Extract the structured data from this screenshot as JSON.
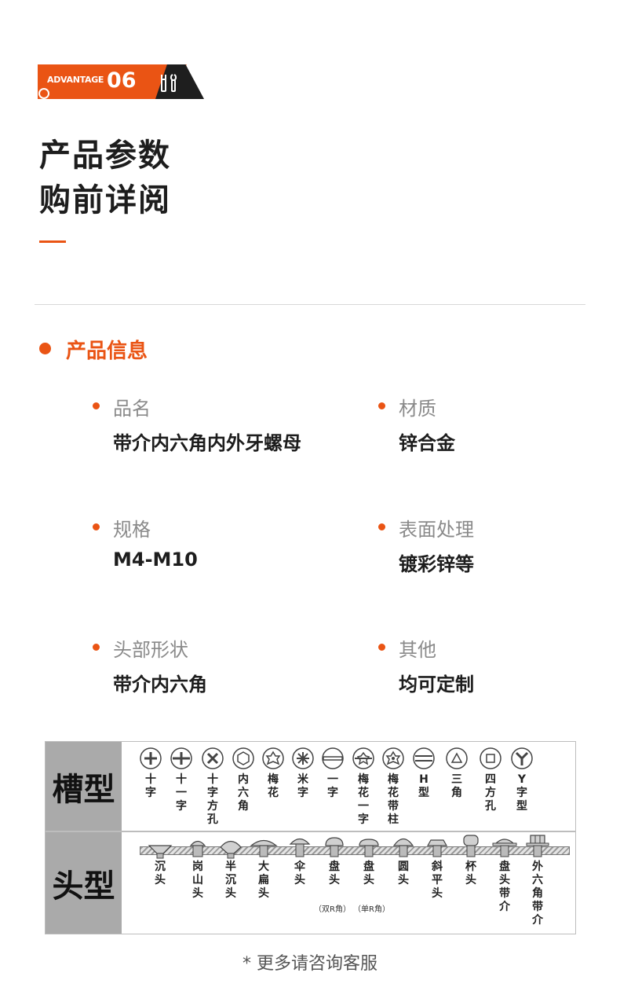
{
  "badge": {
    "label": "ADVANTAGE",
    "number": "06",
    "icon": "tools-icon"
  },
  "title_line1": "产品参数",
  "title_line2": "购前详阅",
  "section_title": "产品信息",
  "info": [
    {
      "label": "品名",
      "value": "带介内六角内外牙螺母"
    },
    {
      "label": "材质",
      "value": "锌合金"
    },
    {
      "label": "规格",
      "value": "M4-M10"
    },
    {
      "label": "表面处理",
      "value": "镀彩锌等"
    },
    {
      "label": "头部形状",
      "value": "带介内六角"
    },
    {
      "label": "其他",
      "value": "均可定制"
    }
  ],
  "table": {
    "slot_label": "槽型",
    "head_label": "头型",
    "slots": [
      "十字",
      "十一字",
      "十字方孔",
      "内六角",
      "梅花",
      "米字",
      "一字",
      "梅花一字",
      "梅花带柱",
      "H型",
      "三角",
      "四方孔",
      "Y字型"
    ],
    "heads": [
      "沉头",
      "岗山头",
      "半沉头",
      "大扁头",
      "伞头",
      "盘头",
      "盘头",
      "圆头",
      "斜平头",
      "杯头",
      "盘头带介",
      "外六角带介"
    ],
    "notes": [
      "（双R角）",
      "（单R角）"
    ]
  },
  "footer": "* 更多请咨询客服",
  "colors": {
    "accent": "#ea5414",
    "dark": "#1e1e1e"
  }
}
